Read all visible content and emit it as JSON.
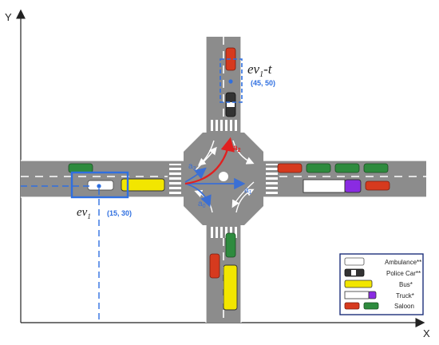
{
  "axes": {
    "y": "Y",
    "x": "X"
  },
  "vehicles": {
    "ev1": {
      "main": "ev",
      "sub": "1",
      "coords": "(15, 30)"
    },
    "ev1_t": {
      "main": "ev",
      "sub": "1",
      "suffix": "-t",
      "coords": "(45, 50)"
    }
  },
  "actions": [
    {
      "main": "a",
      "sub": "0",
      "color": "#3b6fd4"
    },
    {
      "main": "a",
      "sub": "1",
      "color": "#3b6fd4"
    },
    {
      "main": "a",
      "sub": "2",
      "color": "#e02020"
    },
    {
      "main": "a",
      "sub": "3",
      "color": "#3b6fd4"
    }
  ],
  "legend": [
    {
      "label": "Ambulance**",
      "icon": "ambulance-icon"
    },
    {
      "label": "Police Car**",
      "icon": "police-car-icon"
    },
    {
      "label": "Bus*",
      "icon": "bus-icon"
    },
    {
      "label": "Truck*",
      "icon": "truck-icon"
    },
    {
      "label": "Saloon",
      "icon": "saloon-icon"
    }
  ],
  "colors": {
    "road": "#8c8c8c",
    "highlight": "#2f6fe0",
    "red_arrow": "#e02020",
    "saloon_green": "#2e8b3e",
    "saloon_red": "#d63a1e",
    "bus_yellow": "#f2e600",
    "truck_purple": "#8a2be2"
  }
}
